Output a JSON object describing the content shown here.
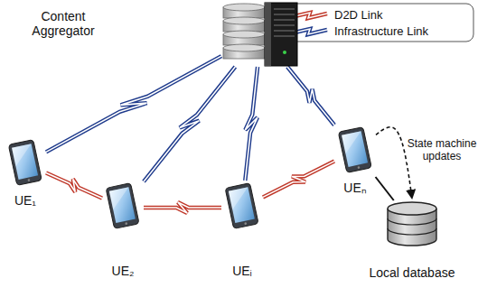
{
  "diagram": {
    "nodes": [
      {
        "text": [
          "Content Aggregator"
        ]
      },
      {
        "text": [
          "UE₁"
        ]
      },
      {
        "text": [
          "UE₂"
        ]
      },
      {
        "text": [
          "UEᵢ"
        ]
      },
      {
        "text": [
          "UEₙ"
        ]
      },
      {
        "text": [
          "Local database"
        ]
      }
    ],
    "edges": [
      {
        "from": 0,
        "to": 1,
        "arrow": "none"
      },
      {
        "from": 0,
        "to": 2,
        "arrow": "none"
      },
      {
        "from": 0,
        "to": 3,
        "arrow": "none"
      },
      {
        "from": 0,
        "to": 4,
        "arrow": "none"
      },
      {
        "from": 1,
        "to": 2,
        "arrow": "none"
      },
      {
        "from": 2,
        "to": 3,
        "arrow": "none"
      },
      {
        "from": 3,
        "to": 4,
        "arrow": "none"
      },
      {
        "from": 4,
        "to": 5,
        "arrow": "none"
      },
      {
        "from": 4,
        "to": 5,
        "label": "State machine updates",
        "arrow": "to"
      }
    ],
    "legend": [
      {
        "text": "D2D Link"
      },
      {
        "text": "Infrastructure Link"
      }
    ]
  }
}
